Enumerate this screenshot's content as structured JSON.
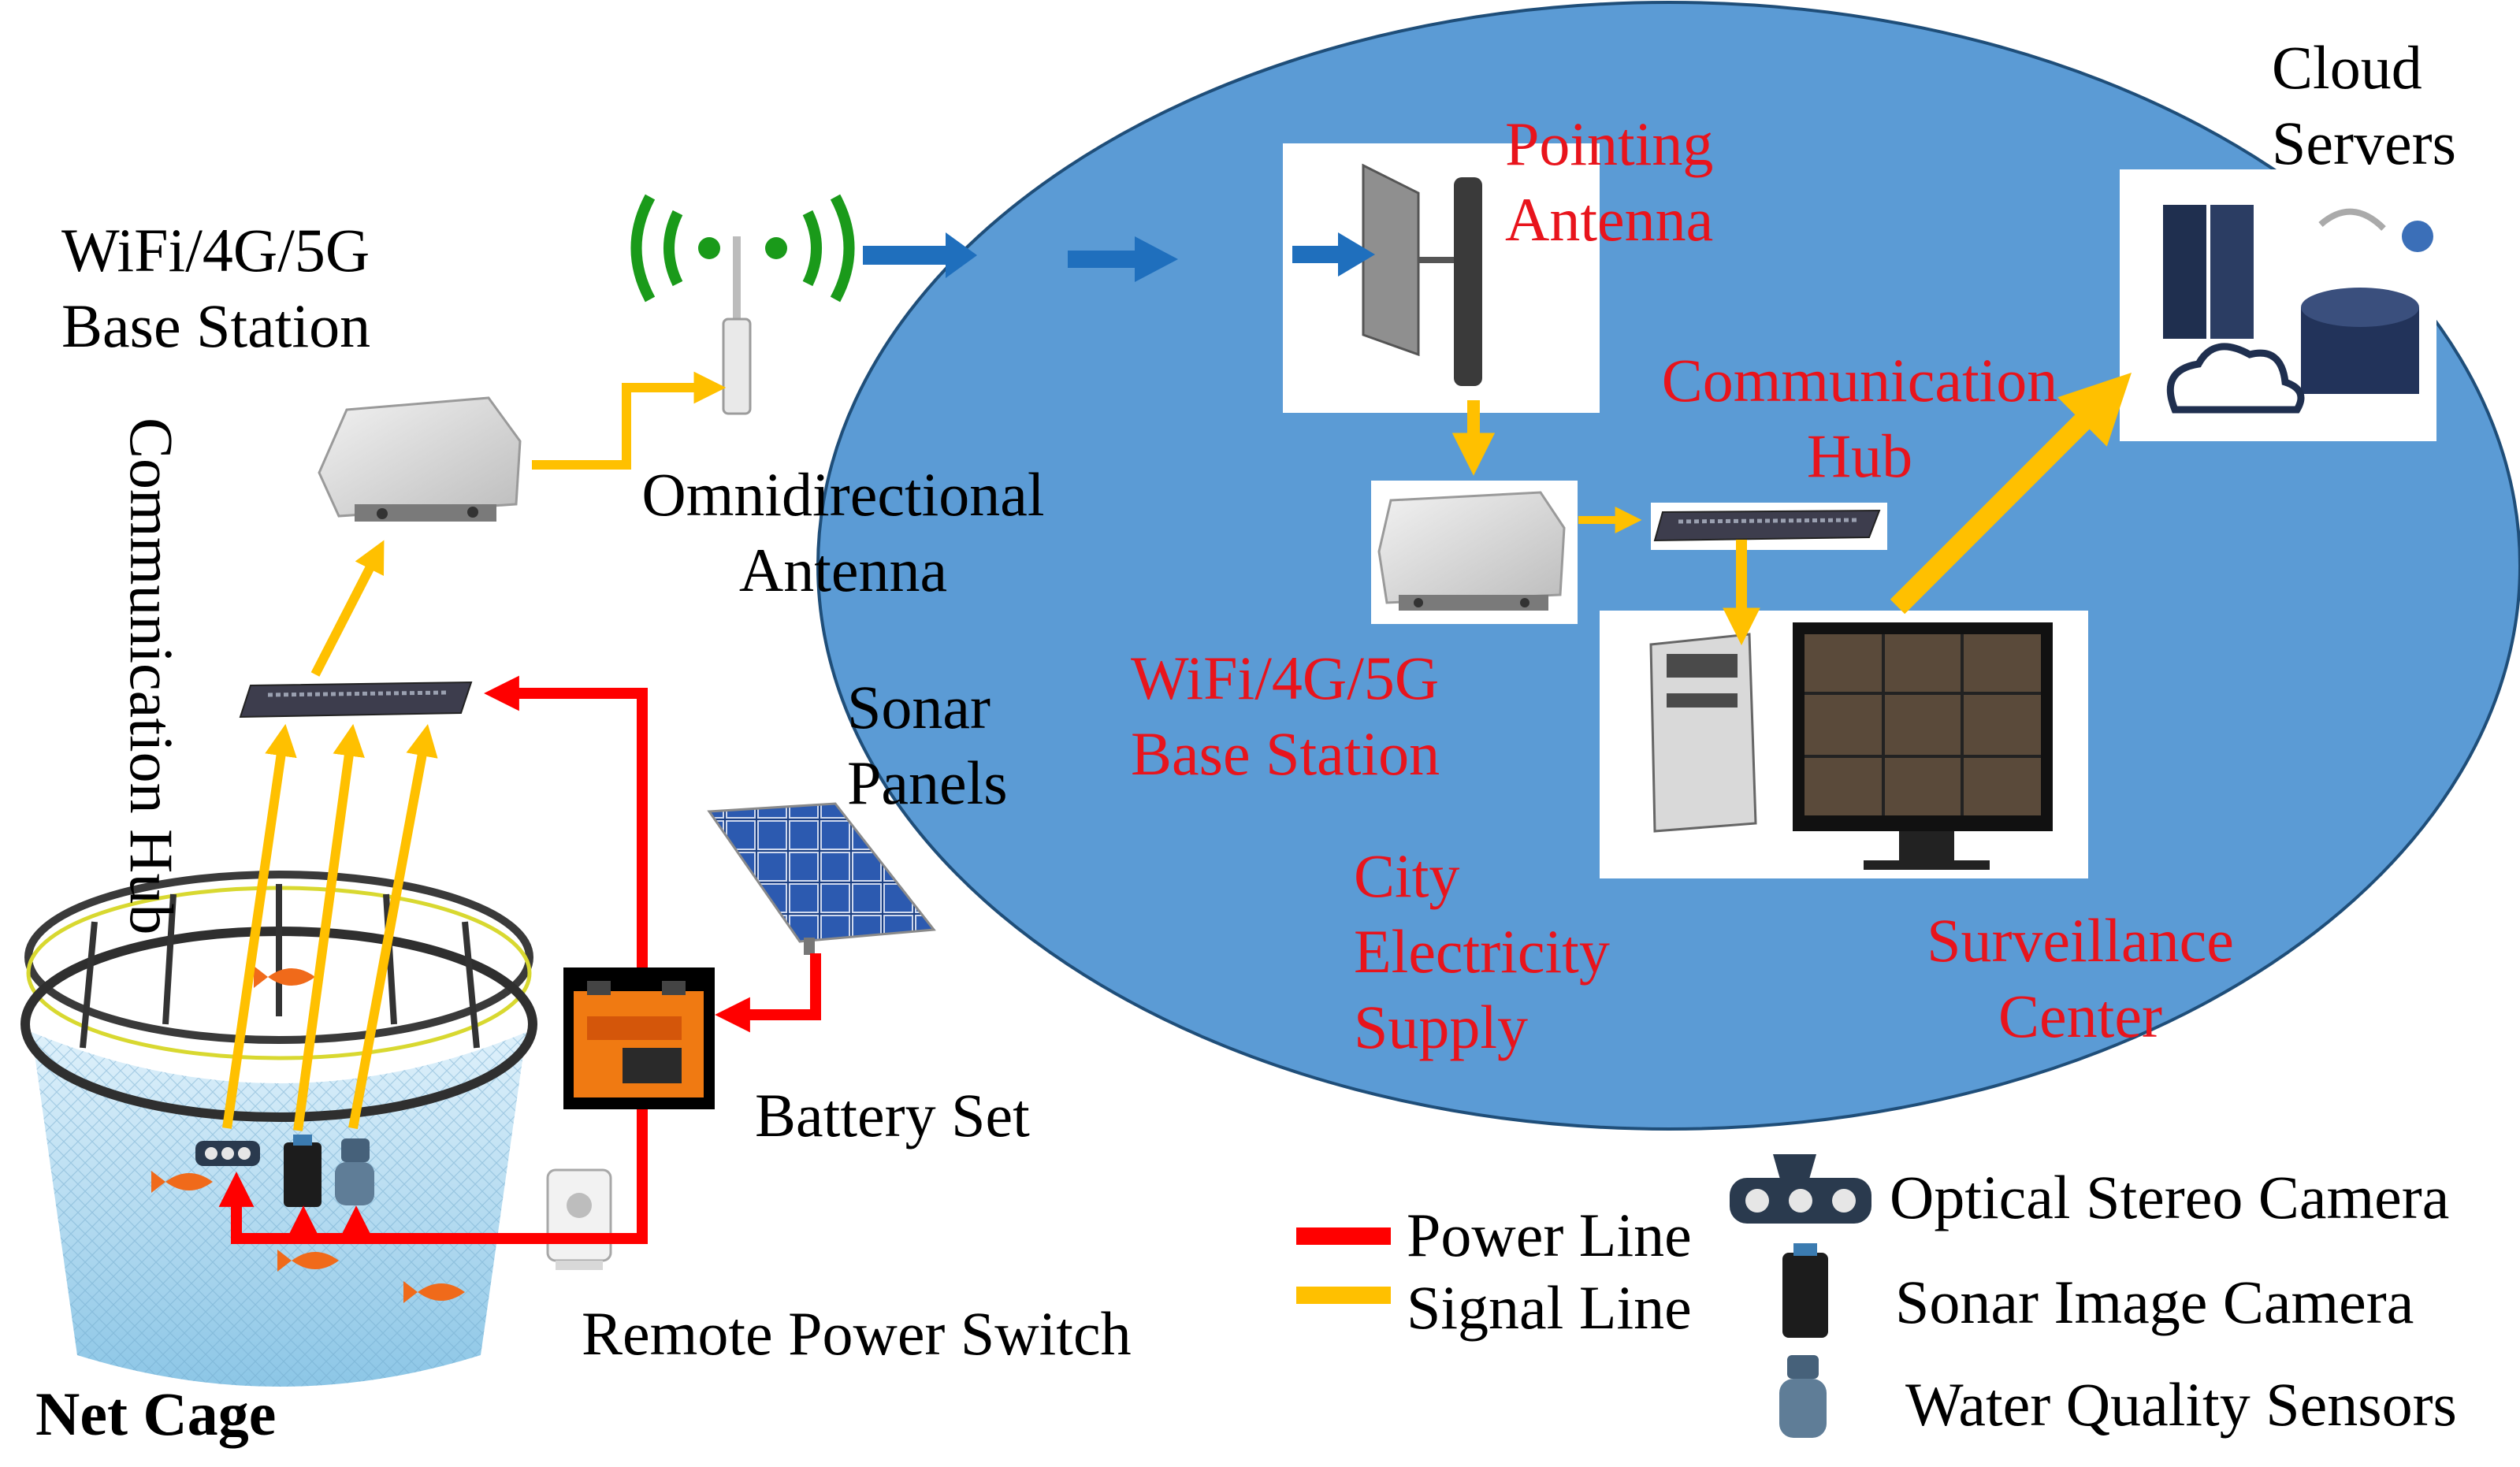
{
  "left": {
    "base_station_title": [
      "WiFi/4G/5G",
      "Base Station"
    ],
    "comm_hub_title": [
      "Communication",
      "Hub"
    ],
    "omni_antenna": [
      "Omnidirectional",
      "Antenna"
    ],
    "sonar_panels": [
      "Sonar",
      "Panels"
    ],
    "battery_set": "Battery Set",
    "remote_power_switch": "Remote Power Switch",
    "net_cage": "Net Cage"
  },
  "right": {
    "pointing_antenna": [
      "Pointing",
      "Antenna"
    ],
    "cloud_servers": [
      "Cloud",
      "Servers"
    ],
    "comm_hub": [
      "Communication",
      "Hub"
    ],
    "base_station": [
      "WiFi/4G/5G",
      "Base Station"
    ],
    "city_electricity": [
      "City",
      "Electricity",
      "Supply"
    ],
    "surveillance_center": [
      "Surveillance",
      "Center"
    ]
  },
  "legend": {
    "power_line": "Power Line",
    "signal_line": "Signal Line",
    "optical_camera": "Optical Stereo Camera",
    "sonar_camera": "Sonar Image Camera",
    "water_sensors": "Water Quality Sensors"
  },
  "colors": {
    "ellipse": "#5b9bd5",
    "power": "#ff0000",
    "signal": "#ffc000",
    "arrow_blue": "#1f6fbd",
    "label_red": "#e8141c",
    "wifi_green": "#1a9a1a"
  }
}
